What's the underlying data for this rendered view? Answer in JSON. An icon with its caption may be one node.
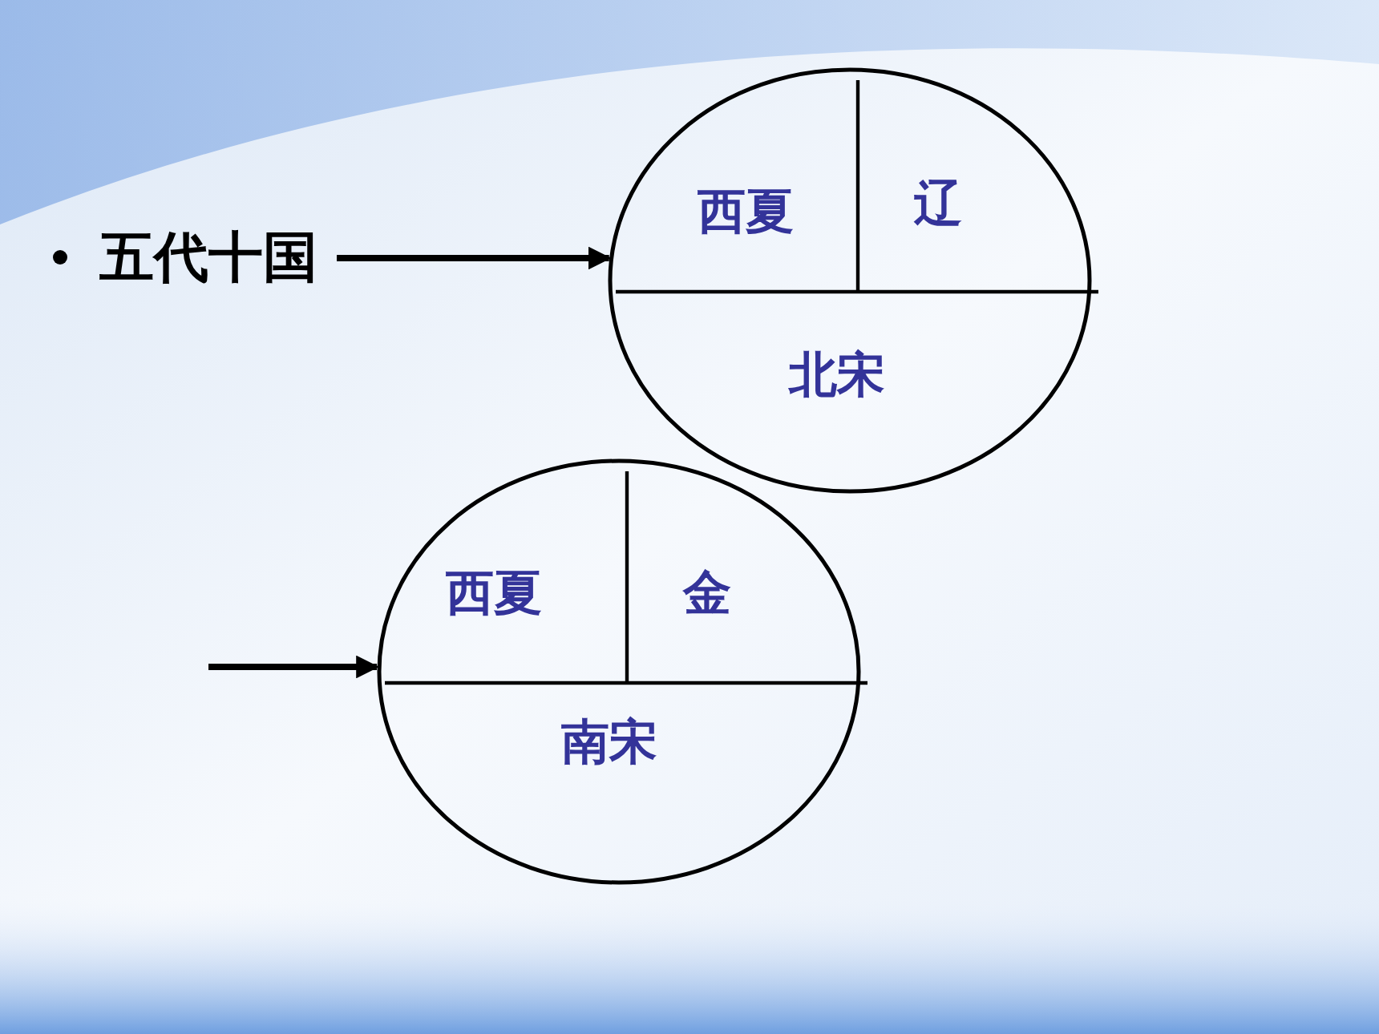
{
  "diagram": {
    "nodes": [
      {
        "text": [
          "五代十国"
        ]
      },
      {
        "text": [],
        "shape": "circle"
      },
      {
        "text": [
          "西夏"
        ],
        "in": 1
      },
      {
        "text": [
          "辽"
        ],
        "in": 1
      },
      {
        "text": [
          "北宋"
        ],
        "in": 1
      },
      {
        "text": [],
        "shape": "circle"
      },
      {
        "text": [
          "西夏"
        ],
        "in": 5
      },
      {
        "text": [
          "金"
        ],
        "in": 5
      },
      {
        "text": [
          "南宋"
        ],
        "in": 5
      }
    ],
    "edges": [
      {
        "from": 0,
        "to": 1,
        "arrow": "to"
      },
      {
        "from": null,
        "to": 5,
        "arrow": "to"
      }
    ]
  }
}
